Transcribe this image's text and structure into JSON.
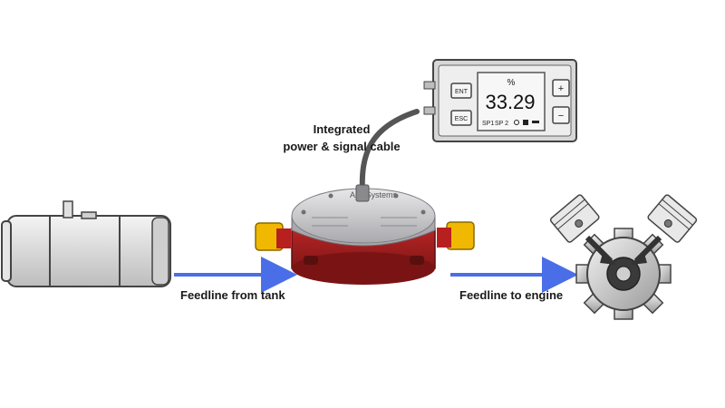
{
  "labels": {
    "cable_line1": "Integrated",
    "cable_line2": "power & signal cable",
    "feed_from_tank": "Feedline from tank",
    "feed_to_engine": "Feedline to engine"
  },
  "display": {
    "unit": "%",
    "value": "33.29",
    "btn_ent": "ENT",
    "btn_esc": "ESC",
    "btn_plus": "+",
    "btn_minus": "−",
    "sp1": "SP1",
    "sp2": "SP 2"
  },
  "meter": {
    "brand": "AIC Systems"
  },
  "colors": {
    "arrow": "#4a6ee8",
    "meter_body": "#9c1d1d",
    "meter_cap": "#cfcfd2",
    "fittings": "#f0b800",
    "cable": "#555555"
  }
}
